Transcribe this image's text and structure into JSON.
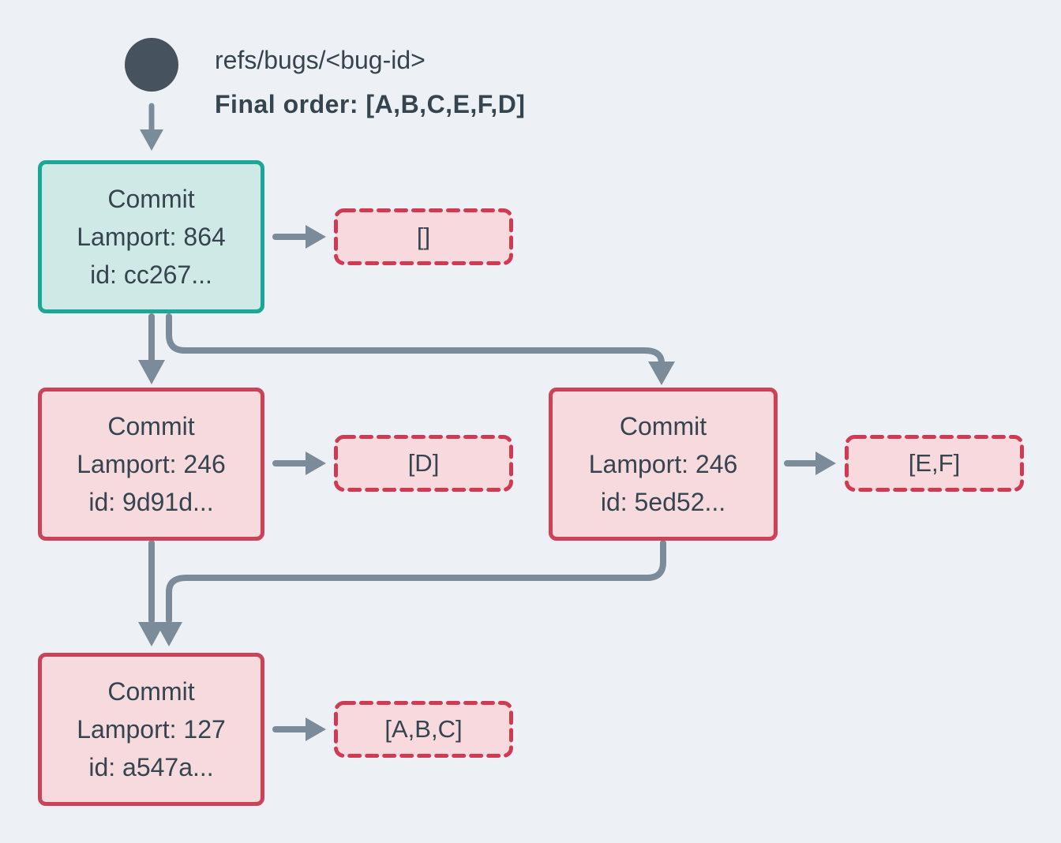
{
  "diagram": {
    "ref": {
      "label": "refs/bugs/<bug-id>",
      "final_order": "Final order: [A,B,C,E,F,D]"
    },
    "commits": [
      {
        "title": "Commit",
        "lamport": "Lamport: 864",
        "id": "id: cc267...",
        "operations": "[]",
        "role": "head"
      },
      {
        "title": "Commit",
        "lamport": "Lamport: 246",
        "id": "id: 9d91d...",
        "operations": "[D]",
        "role": "commit"
      },
      {
        "title": "Commit",
        "lamport": "Lamport: 246",
        "id": "id: 5ed52...",
        "operations": "[E,F]",
        "role": "commit"
      },
      {
        "title": "Commit",
        "lamport": "Lamport: 127",
        "id": "id: a547a...",
        "operations": "[A,B,C]",
        "role": "commit"
      }
    ],
    "colors": {
      "background": "#edf1f5",
      "ref_node": "#46525e",
      "arrow": "#7b8b9a",
      "head_border": "#1ba797",
      "head_fill": "#cfeae6",
      "commit_border": "#cc4257",
      "commit_fill": "#f7dade",
      "ops_border": "#d23a52",
      "ops_fill": "#f8d9de",
      "text": "#36444f"
    }
  }
}
